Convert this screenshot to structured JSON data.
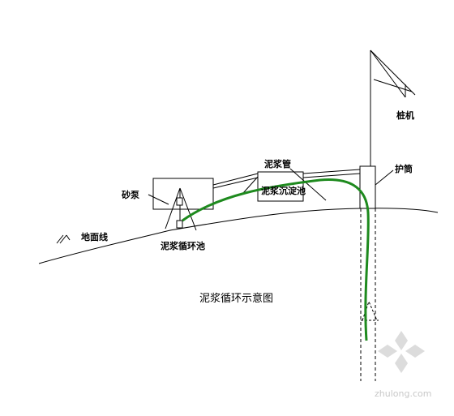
{
  "labels": {
    "pile_machine": "桩机",
    "casing": "护筒",
    "mud_pipe": "泥浆管",
    "sand_pump": "砂泵",
    "sedimentation_tank": "泥浆沉淀池",
    "circulation_tank": "泥浆循环池",
    "ground_line": "地面线"
  },
  "caption": "泥浆循环示意图",
  "watermark": "zhulong.com",
  "colors": {
    "line": "#000000",
    "mud_flow": "#1e8a1e",
    "watermark": "#c8c8c8"
  }
}
